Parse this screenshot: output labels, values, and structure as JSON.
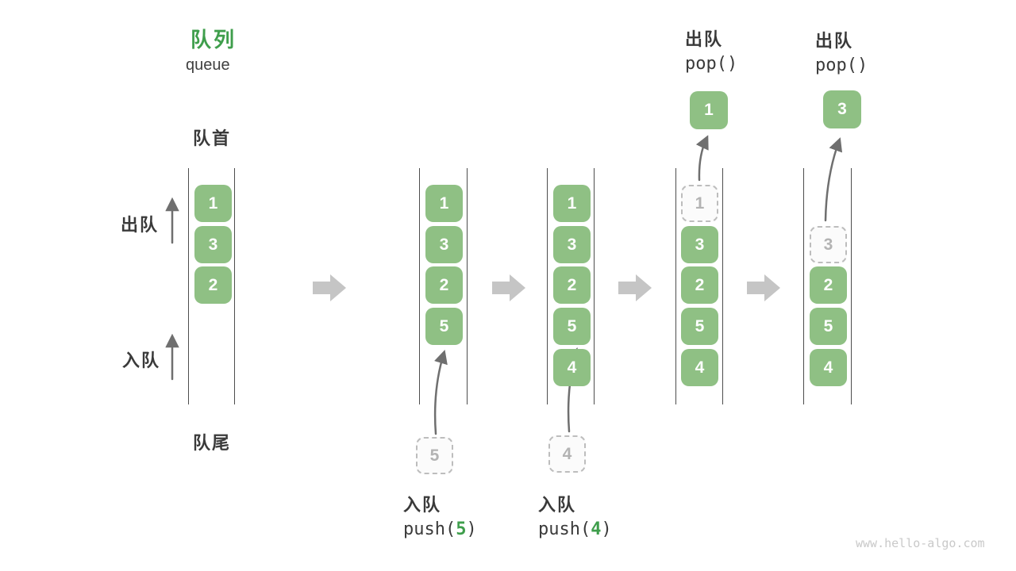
{
  "title": {
    "zh": "队列",
    "en": "queue"
  },
  "side_labels": {
    "front": "队首",
    "rear": "队尾",
    "dequeue": "出队",
    "enqueue": "入队"
  },
  "queues": [
    {
      "boxes": [
        "1",
        "3",
        "2"
      ]
    },
    {
      "boxes": [
        "1",
        "3",
        "2",
        "5"
      ],
      "incoming": "5"
    },
    {
      "boxes": [
        "1",
        "3",
        "2",
        "5",
        "4"
      ],
      "incoming": "4"
    },
    {
      "boxes": [
        "3",
        "2",
        "5",
        "4"
      ],
      "ghost": "1",
      "popped": "1"
    },
    {
      "boxes": [
        "2",
        "5",
        "4"
      ],
      "ghost": "3",
      "popped": "3"
    }
  ],
  "ops": {
    "push5": {
      "zh": "入队",
      "pre": "push(",
      "arg": "5",
      "post": ")"
    },
    "push4": {
      "zh": "入队",
      "pre": "push(",
      "arg": "4",
      "post": ")"
    },
    "pop1": {
      "zh": "出队",
      "code": "pop()"
    },
    "pop2": {
      "zh": "出队",
      "code": "pop()"
    }
  },
  "watermark": "www.hello-algo.com",
  "colors": {
    "box_green": "#8fc084",
    "accent_green": "#3f9e4c",
    "text_dark": "#3a3a3a",
    "gray_arrow": "#6f6f6f",
    "block_arrow": "#c5c5c5",
    "ghost_border": "#bdbdbd",
    "ghost_text": "#b3b3b3",
    "wall_gray": "#4d4d4d",
    "watermark_gray": "#c9c9c9"
  }
}
